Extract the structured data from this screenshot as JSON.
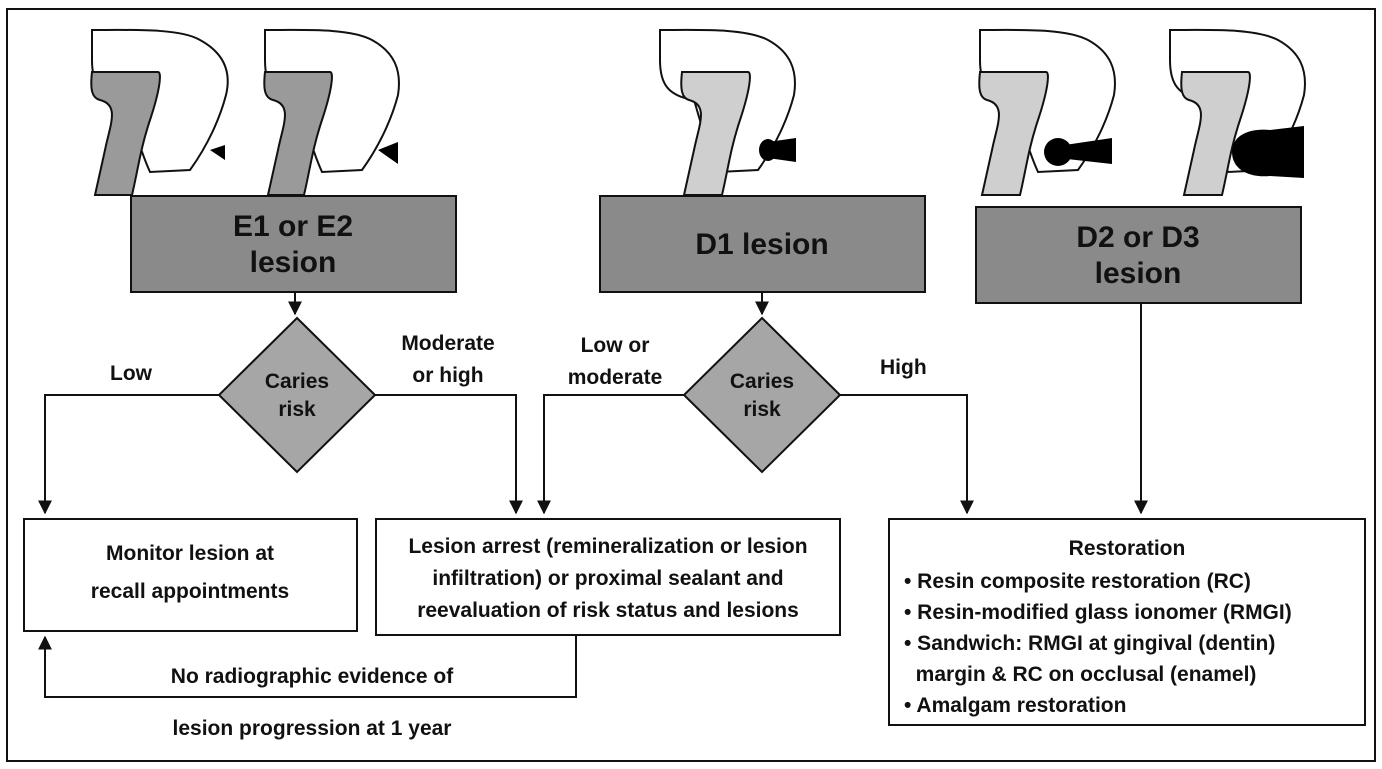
{
  "lesions": {
    "e": [
      "E1 or E2",
      "lesion"
    ],
    "d1": [
      "D1 lesion"
    ],
    "d23": [
      "D2 or D3",
      "lesion"
    ]
  },
  "decision_left": {
    "line1": "Caries",
    "line2": "risk"
  },
  "decision_mid": {
    "line1": "Caries",
    "line2": "risk"
  },
  "branch": {
    "low": "Low",
    "moderate_high": [
      "Moderate",
      "or high"
    ],
    "low_moderate": [
      "Low or",
      "moderate"
    ],
    "high": "High"
  },
  "outcomes": {
    "monitor": [
      "Monitor lesion at",
      "recall appointments"
    ],
    "arrest": [
      "Lesion arrest (remineralization or lesion",
      "infiltration) or proximal sealant and",
      "reevaluation of risk status and lesions"
    ],
    "restoration_title": "Restoration",
    "restoration_items": [
      "• Resin composite restoration (RC)",
      "• Resin-modified glass ionomer (RMGI)",
      "• Sandwich: RMGI at gingival (dentin)",
      "  margin & RC on occlusal (enamel)",
      "• Amalgam restoration"
    ]
  },
  "feedback": [
    "No radiographic evidence of",
    "lesion progression at 1 year"
  ],
  "colors": {
    "box_fill": "#8a8a8a",
    "diamond_fill": "#a6a6a6",
    "tooth_dark": "#9a9a9a",
    "tooth_light": "#cfcfcf",
    "lesion": "#000000",
    "line": "#111111"
  }
}
